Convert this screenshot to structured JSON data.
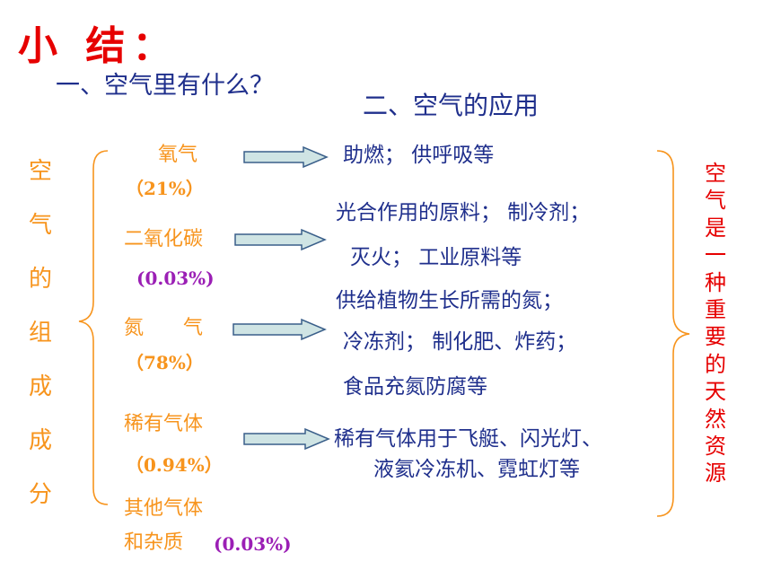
{
  "title": "小 结：",
  "section1_heading": "一、空气里有什么？",
  "section2_heading": "二、空气的应用",
  "left_vertical_chars": [
    "空",
    "气",
    "的",
    "组",
    "成",
    "成",
    "分"
  ],
  "right_vertical_chars": [
    "空",
    "气",
    "是",
    "一",
    "种",
    "重",
    "要",
    "的",
    "天",
    "然",
    "资",
    "源"
  ],
  "components": {
    "oxygen": {
      "name": "氧气",
      "percent": "（21%）"
    },
    "co2": {
      "name": "二氧化碳",
      "percent": "(0.03%)"
    },
    "nitrogen": {
      "name": "氮　　气",
      "percent": "（78%）"
    },
    "noble": {
      "name": "稀有气体",
      "percent": "（0.94%）"
    },
    "other": {
      "name_line1": "其他气体",
      "name_line2": "和杂质",
      "percent": "(0.03%)"
    }
  },
  "uses": {
    "oxygen": "助燃；  供呼吸等",
    "co2_line1": "光合作用的原料；    制冷剂；",
    "co2_line2": "灭火；      工业原料等",
    "nitrogen_line1": "供给植物生长所需的氮；",
    "nitrogen_line2": "冷冻剂；    制化肥、炸药；",
    "nitrogen_line3": "食品充氮防腐等",
    "noble_line1": "稀有气体用于飞艇、闪光灯、",
    "noble_line2": "液氦冷冻机、霓虹灯等"
  },
  "colors": {
    "title": "#e60000",
    "heading": "#1f2f8c",
    "components": "#f7941d",
    "percent_purple": "#9b1fb5",
    "arrow_fill": "#cfe4e4",
    "arrow_stroke": "#3a5f8a"
  }
}
